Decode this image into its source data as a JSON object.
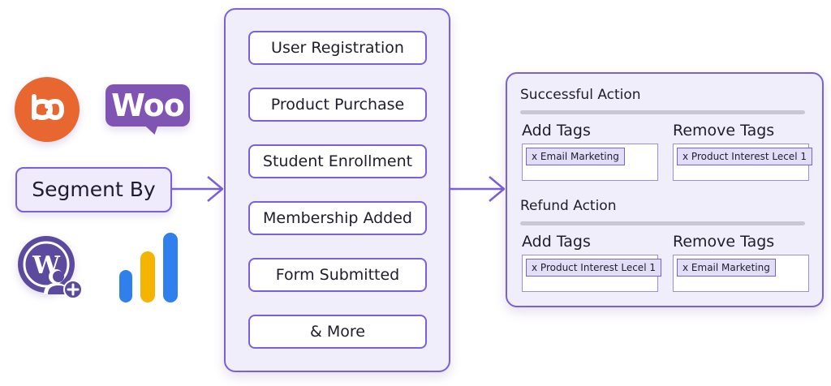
{
  "left": {
    "woo_label": "Woo",
    "segment_label": "Segment By"
  },
  "events": [
    {
      "label": "User Registration"
    },
    {
      "label": "Product Purchase"
    },
    {
      "label": "Student Enrollment"
    },
    {
      "label": "Membership Added"
    },
    {
      "label": "Form Submitted"
    },
    {
      "label": "& More"
    }
  ],
  "actions": {
    "successful": {
      "title": "Successful Action",
      "add_label": "Add Tags",
      "remove_label": "Remove Tags",
      "add_chip": "x Email Marketing",
      "remove_chip": "x Product Interest Lecel 1"
    },
    "refund": {
      "title": "Refund Action",
      "add_label": "Add Tags",
      "remove_label": "Remove Tags",
      "add_chip": "x Product Interest Lecel 1",
      "remove_chip": "x Email Marketing"
    }
  },
  "colors": {
    "accent": "#7b61d6",
    "panel": "#f1eefc",
    "orange_logo": "#e8662f",
    "woo": "#7f54b3",
    "bar_blue": "#2f80ed",
    "bar_yellow": "#f5b400"
  },
  "icons": [
    "buddyboss-logo-icon",
    "woocommerce-logo-icon",
    "wordpress-user-add-icon",
    "analytics-bars-icon",
    "arrow-right-icon"
  ]
}
